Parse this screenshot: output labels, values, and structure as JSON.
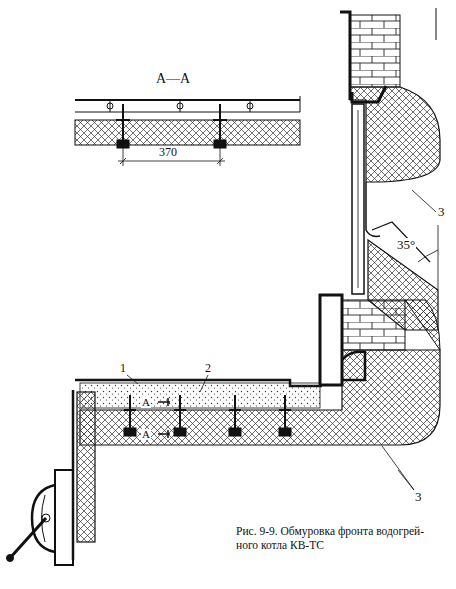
{
  "diagram": {
    "caption": "Рис. 9-9. Обмуровка фронта водогрей- ного котла КВ-ТС",
    "labels": [
      "А—А",
      "370",
      "3",
      "35°",
      "1",
      "2",
      "А",
      "А",
      "3"
    ]
  }
}
